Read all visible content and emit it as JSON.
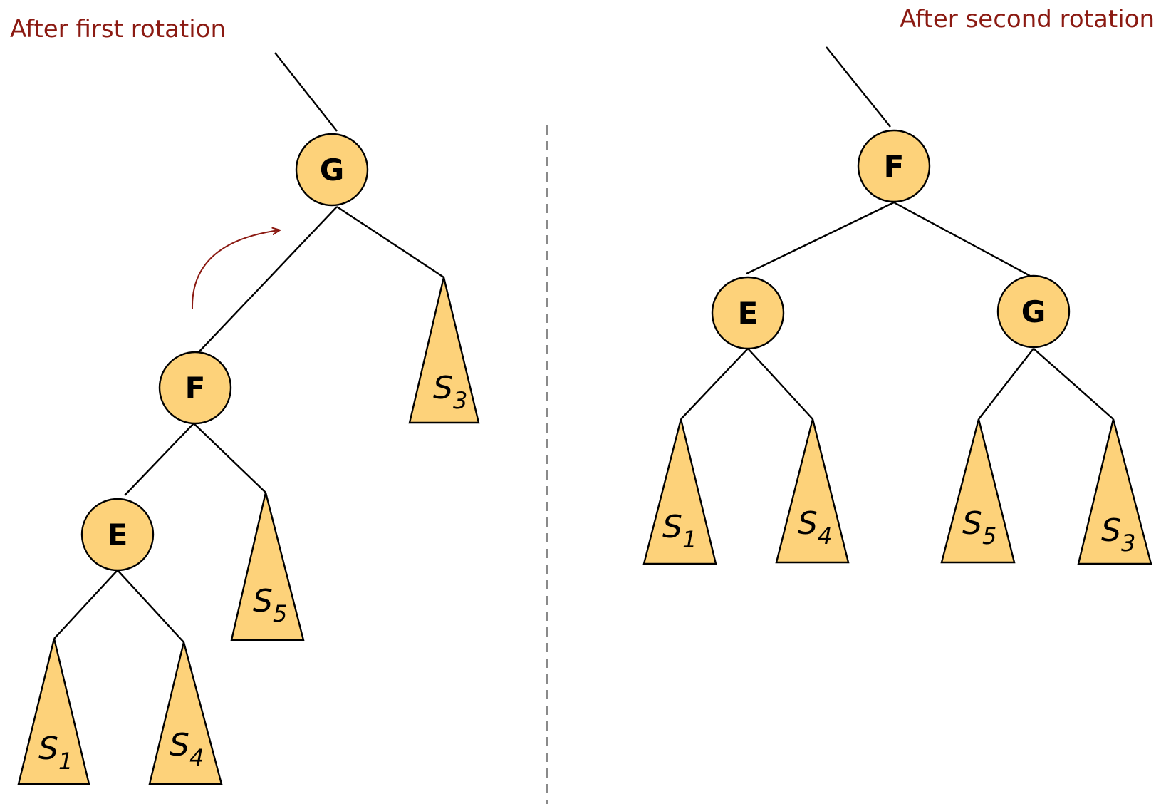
{
  "colors": {
    "caption": "#8b1a12",
    "node_fill": "#fdd27a",
    "stroke": "#000000",
    "divider": "#8a8a8a",
    "arrow": "#8b1a12"
  },
  "left_panel": {
    "caption": "After first rotation",
    "nodes": {
      "g": "G",
      "f": "F",
      "e": "E"
    },
    "subtrees": {
      "s3": {
        "letter": "S",
        "index": "3"
      },
      "s5": {
        "letter": "S",
        "index": "5"
      },
      "s1": {
        "letter": "S",
        "index": "1"
      },
      "s4": {
        "letter": "S",
        "index": "4"
      }
    }
  },
  "right_panel": {
    "caption": "After second rotation",
    "nodes": {
      "f": "F",
      "e": "E",
      "g": "G"
    },
    "subtrees": {
      "s1": {
        "letter": "S",
        "index": "1"
      },
      "s4": {
        "letter": "S",
        "index": "4"
      },
      "s5": {
        "letter": "S",
        "index": "5"
      },
      "s3": {
        "letter": "S",
        "index": "3"
      }
    }
  }
}
